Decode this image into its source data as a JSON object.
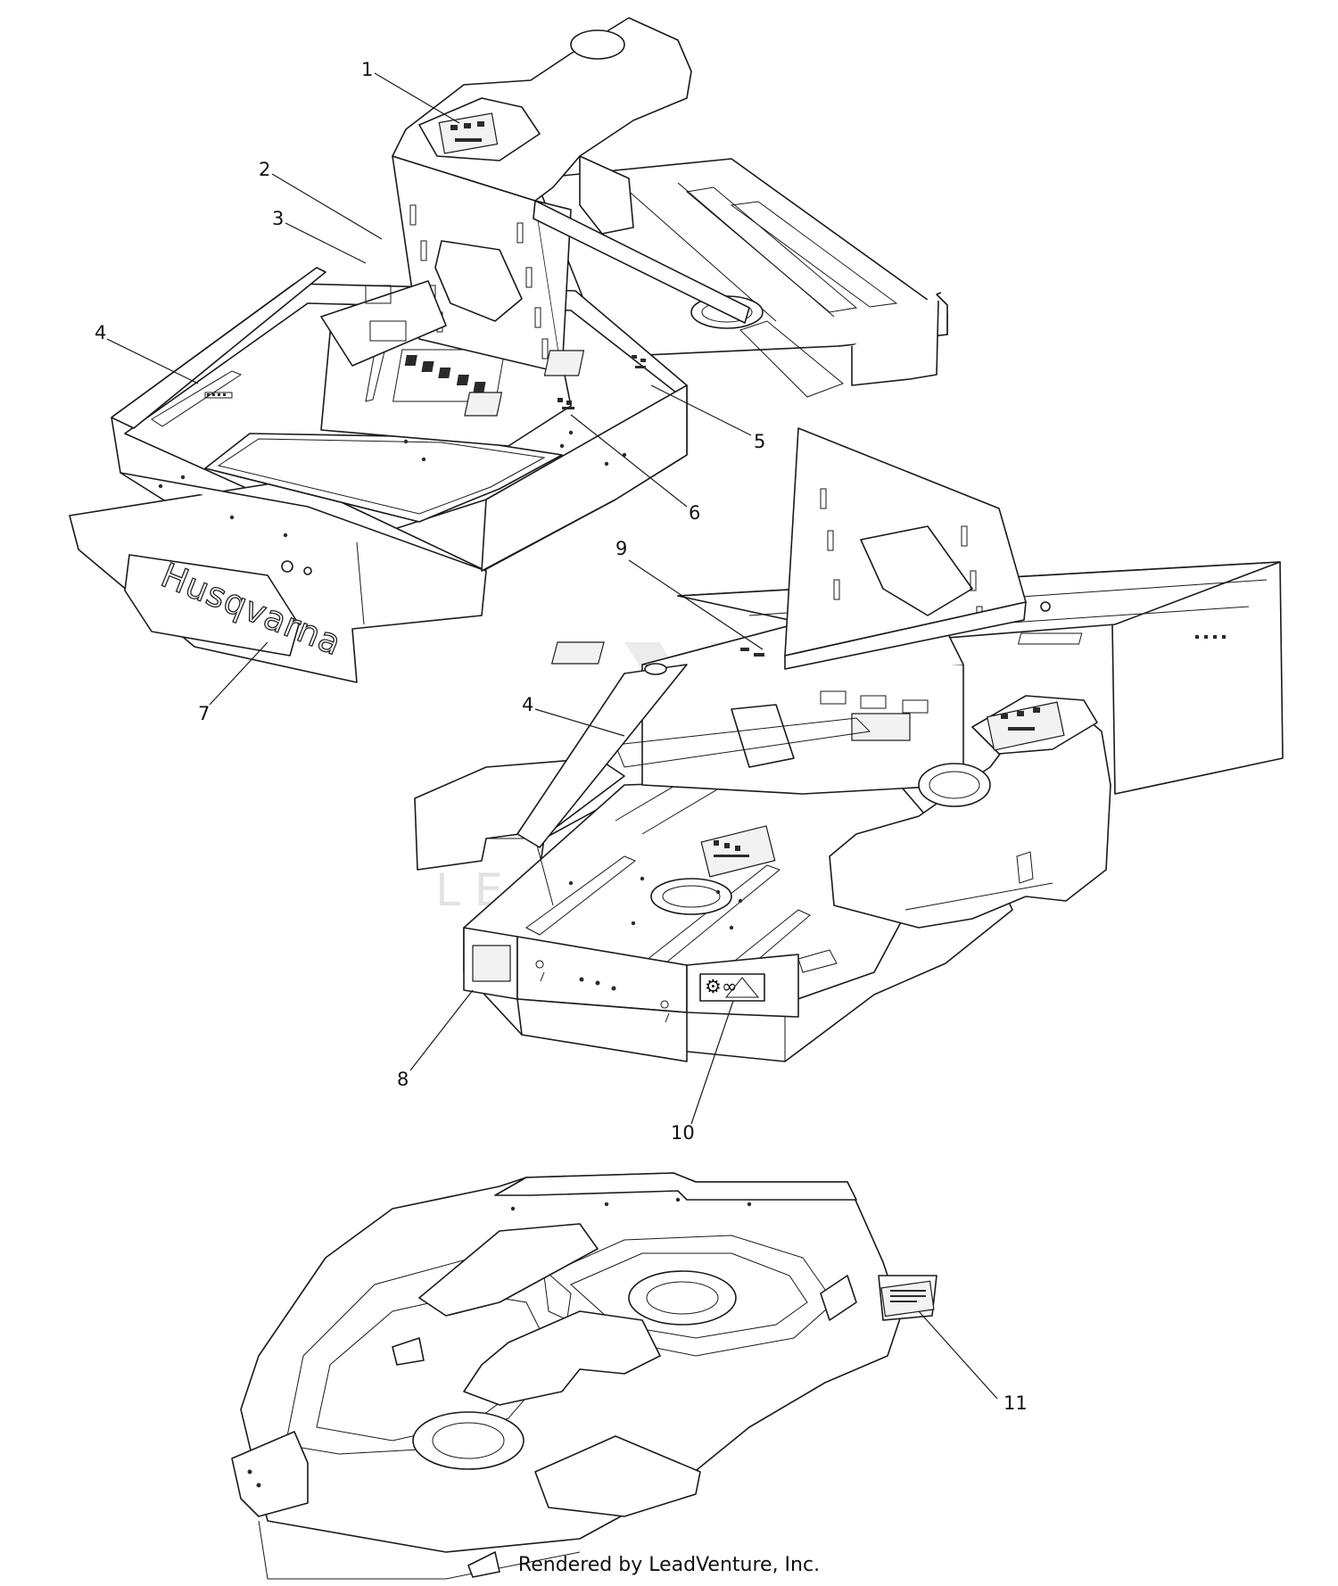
{
  "diagram": {
    "callouts": [
      "1",
      "2",
      "3",
      "4",
      "4",
      "5",
      "6",
      "7",
      "8",
      "9",
      "10",
      "11"
    ],
    "brand_text": "Husqvarna",
    "watermark_text": "LEADVENTURE",
    "footer": "Rendered by LeadVenture, Inc."
  }
}
